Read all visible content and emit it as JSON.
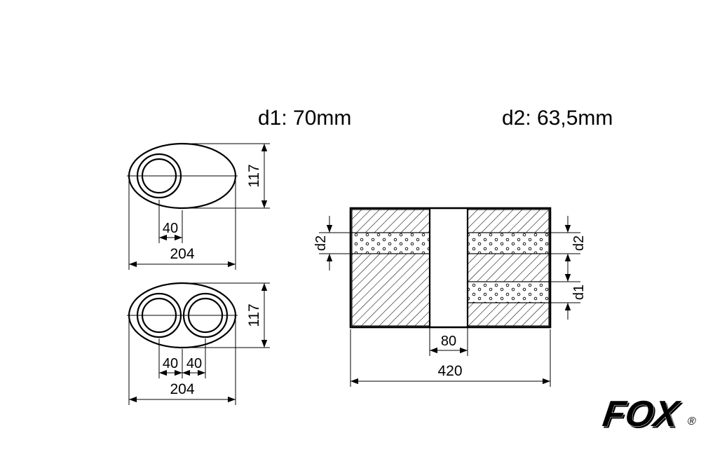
{
  "header": {
    "d1_spec": "d1: 70mm",
    "d2_spec": "d2: 63,5mm"
  },
  "single_oval": {
    "height": "117",
    "pipe_offset": "40",
    "width": "204"
  },
  "dual_oval": {
    "height": "117",
    "pipe_offset_left": "40",
    "pipe_offset_right": "40",
    "width": "204"
  },
  "section": {
    "d2_left": "d2",
    "d2_right": "d2",
    "d1_right": "d1",
    "chamber_width": "80",
    "total_length": "420"
  },
  "logo": {
    "brand": "FOX",
    "registered": "®"
  },
  "colors": {
    "ink": "#000000",
    "logo_blue": "#1e5cad",
    "logo_shadow": "#0a3c78"
  }
}
